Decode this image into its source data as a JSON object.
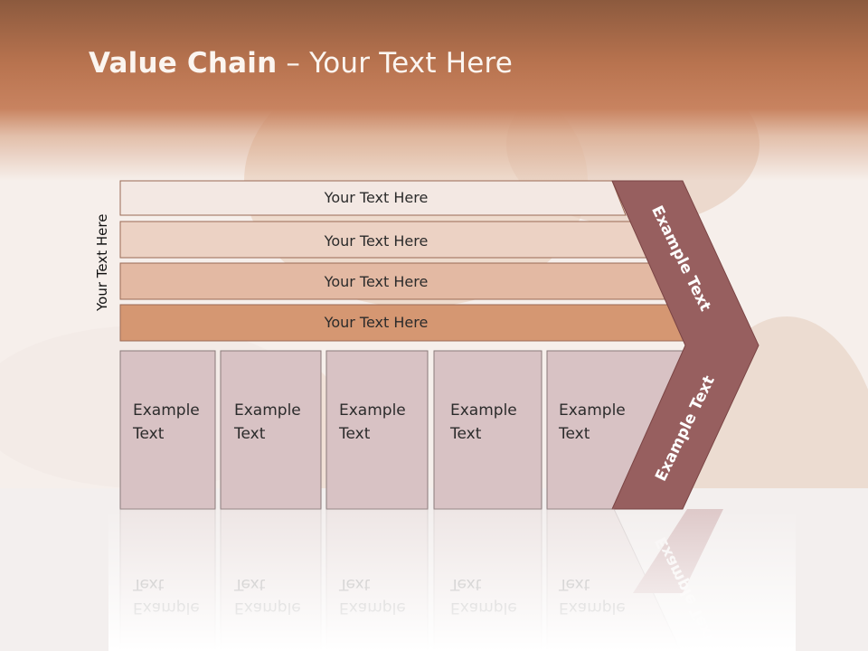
{
  "title": {
    "bold": "Value Chain",
    "rest": " – Your Text Here"
  },
  "side_label": "Your Text Here",
  "rows": [
    {
      "label": "Your Text Here",
      "color": "#f3e8e3"
    },
    {
      "label": "Your Text Here",
      "color": "#ecd2c4"
    },
    {
      "label": "Your Text Here",
      "color": "#e3b9a3"
    },
    {
      "label": "Your Text Here",
      "color": "#d59772"
    }
  ],
  "boxes": [
    {
      "line1": "Example",
      "line2": "Text"
    },
    {
      "line1": "Example",
      "line2": "Text"
    },
    {
      "line1": "Example",
      "line2": "Text"
    },
    {
      "line1": "Example",
      "line2": "Text"
    },
    {
      "line1": "Example",
      "line2": "Text"
    }
  ],
  "chevron": {
    "upper_label": "Example Text",
    "lower_label": "Example Text",
    "color": "#975f5f"
  },
  "colors": {
    "box_fill": "#d8c2c4",
    "box_stroke": "#8a7a7a",
    "row_stroke": "#9a6a55"
  }
}
